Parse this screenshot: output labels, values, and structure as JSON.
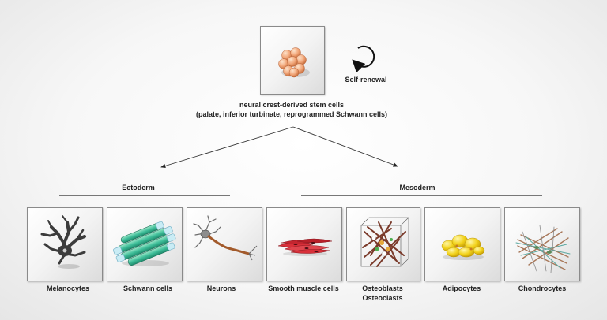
{
  "stem": {
    "title": "neural crest-derived stem cells",
    "subtitle": "(palate, inferior turbinate, reprogrammed Schwann cells)",
    "self_renewal": "Self-renewal"
  },
  "groups": {
    "ectoderm": "Ectoderm",
    "mesoderm": "Mesoderm"
  },
  "cells": [
    {
      "id": "melanocytes",
      "label": "Melanocytes"
    },
    {
      "id": "schwann",
      "label": "Schwann cells"
    },
    {
      "id": "neurons",
      "label": "Neurons"
    },
    {
      "id": "smooth-muscle",
      "label": "Smooth muscle cells"
    },
    {
      "id": "osteo",
      "label": "Osteoblasts",
      "label2": "Osteoclasts"
    },
    {
      "id": "adipocytes",
      "label": "Adipocytes"
    },
    {
      "id": "chondrocytes",
      "label": "Chondrocytes"
    }
  ],
  "colors": {
    "stem_cell": "#f0a878",
    "melanocyte": "#444444",
    "schwann": "#3fbf9a",
    "schwann_end": "#b8e6f2",
    "neuron_axon": "#a25a2b",
    "smooth_muscle": "#d8303a",
    "bone": "#7a3a2a",
    "adipocyte": "#f2d21a",
    "cartilage": "#a8785a"
  }
}
